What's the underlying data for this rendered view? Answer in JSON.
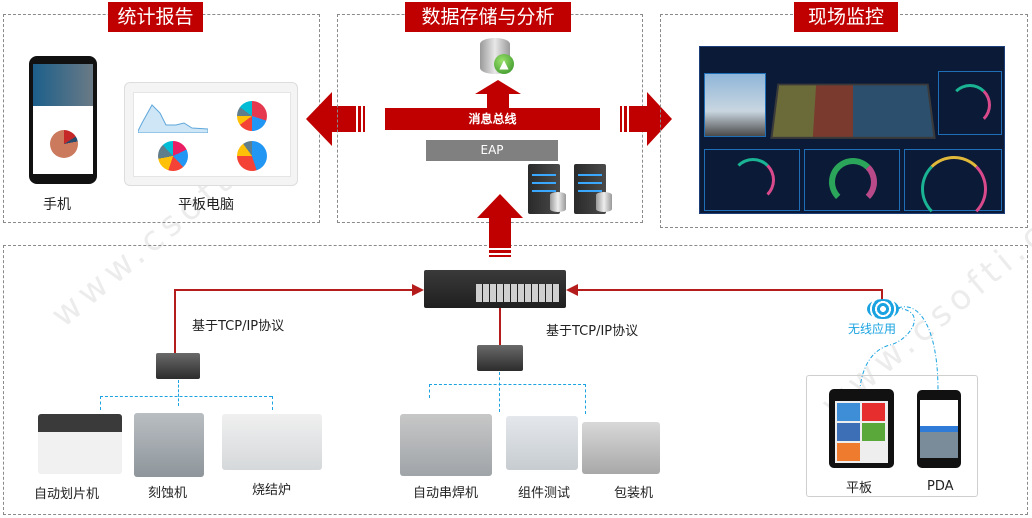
{
  "sections": {
    "report": {
      "title": "统计报告",
      "devices": [
        "手机",
        "平板电脑"
      ]
    },
    "storage": {
      "title": "数据存储与分析",
      "bus_label": "消息总线",
      "eap_label": "EAP"
    },
    "monitor": {
      "title": "现场监控"
    }
  },
  "network": {
    "protocol_left": "基于TCP/IP协议",
    "protocol_right": "基于TCP/IP协议",
    "wireless_label": "无线应用"
  },
  "equipment": {
    "group_left": [
      "自动划片机",
      "刻蚀机",
      "烧结炉"
    ],
    "group_middle": [
      "自动串焊机",
      "组件测试",
      "包装机"
    ]
  },
  "mobile_devices": [
    "平板",
    "PDA"
  ],
  "watermark": "www.csofti.cn",
  "colors": {
    "accent_red": "#c00000",
    "line_red": "#b51d1d",
    "wireless_blue": "#1aa3e0",
    "eap_gray": "#808080"
  }
}
